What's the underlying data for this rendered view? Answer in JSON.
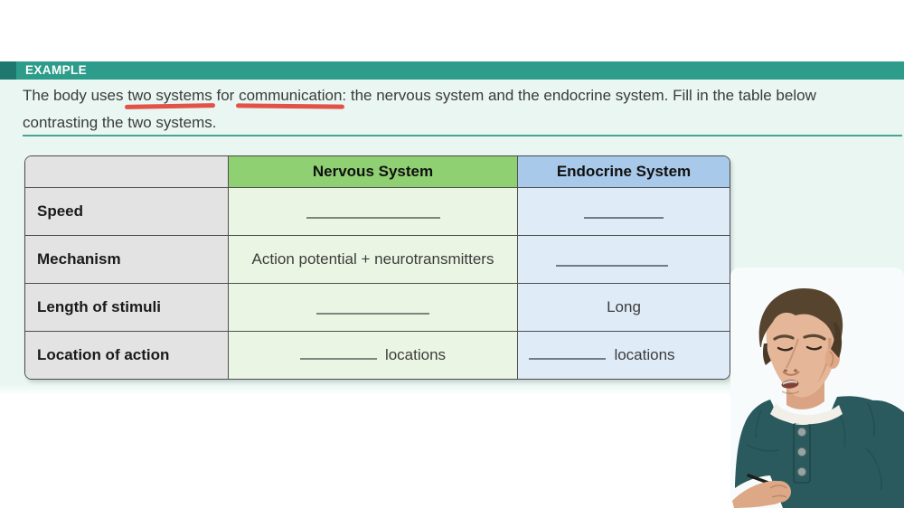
{
  "example_bar": {
    "label": "EXAMPLE",
    "bar_color": "#2E9C8B",
    "accent_color": "#1E7870"
  },
  "intro": {
    "text_before": "The body uses ",
    "underlined_1": "two systems",
    "text_middle": " for ",
    "underlined_2": "communication",
    "text_after": ": the nervous system and the endocrine system. Fill in the table below",
    "line2": "contrasting the two systems.",
    "underline_color": "#E25248"
  },
  "table": {
    "header": {
      "corner": "",
      "nervous": "Nervous System",
      "endocrine": "Endocrine System"
    },
    "colors": {
      "header_nervous": "#8FD073",
      "header_endocrine": "#A8C9E9",
      "cell_nervous": "#EAF6E3",
      "cell_endocrine": "#DFEBF7",
      "label_column": "#E3E3E3",
      "border": "#4A4A4A"
    },
    "rows": [
      {
        "label": "Speed"
      },
      {
        "label": "Mechanism",
        "nervous_text": "Action potential + neurotransmitters"
      },
      {
        "label": "Length of stimuli",
        "endocrine_text": "Long"
      },
      {
        "label": "Location of action",
        "nervous_suffix": "locations",
        "endocrine_suffix": "locations"
      }
    ]
  },
  "instructor": {
    "label": "instructor",
    "shirt_color": "#2B5A5E"
  }
}
